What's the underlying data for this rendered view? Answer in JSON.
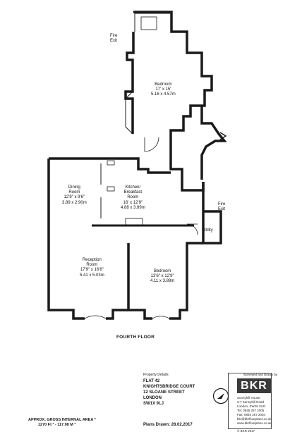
{
  "rooms": {
    "bedroom_1": {
      "name": "Bedroom",
      "imperial": "17' x 15'",
      "metric": "5.16 x 4.57m"
    },
    "dining": {
      "name_line1": "Dining",
      "name_line2": "Room",
      "imperial": "12'9\" x 9'6\"",
      "metric": "3.89 x 2.90m"
    },
    "kitchen": {
      "name_line1": "Kitchen/",
      "name_line2": "Breakfast",
      "name_line3": "Room",
      "imperial": "16' x 12'9\"",
      "metric": "4.88 x 3.89m"
    },
    "reception": {
      "name_line1": "Reception",
      "name_line2": "Room",
      "imperial": "17'9\" x 16'6\"",
      "metric": "5.41 x 5.03m"
    },
    "bedroom_2": {
      "name": "Bedroom",
      "imperial": "13'6\" x 12'9\"",
      "metric": "4.11 x 3.89m"
    },
    "utility": {
      "name": "Utility"
    }
  },
  "fire_exit_top": {
    "line1": "Fire",
    "line2": "Exit"
  },
  "fire_exit_right": {
    "line1": "Fire",
    "line2": "Exit"
  },
  "floor_label": "FOURTH FLOOR",
  "area": {
    "line1": "APPROX. GROSS INTERNAL AREA *",
    "line2": "1270 Ft ² - 117.98 M ²"
  },
  "property": {
    "details_label": "Property Details",
    "line1": "FLAT 42",
    "line2": "KNIGHTSBRIDGE COURT",
    "line3": "12 SLOANE STREET",
    "line4": "LONDON",
    "line5": "SW1X 9LJ"
  },
  "plans_drawn": "Plans Drawn: 28.02.2017",
  "company": {
    "surveyed_label": "Surveyed and Drawn by",
    "logo": "BKR",
    "line1": "Sunnyhill House",
    "line2": "3-7 Sunnyhill Road",
    "line3": "London, SW16 2UG",
    "line4": "Tel:  0845 257 2005",
    "line5": "Fax:  0845 257 2004",
    "line6": "bkr@bkrfloorplans.co.uk",
    "line7": "www.bkrfloorplans.co.uk",
    "copyright": "©  BKR 2017"
  },
  "icons": {
    "compass": "compass-icon"
  }
}
